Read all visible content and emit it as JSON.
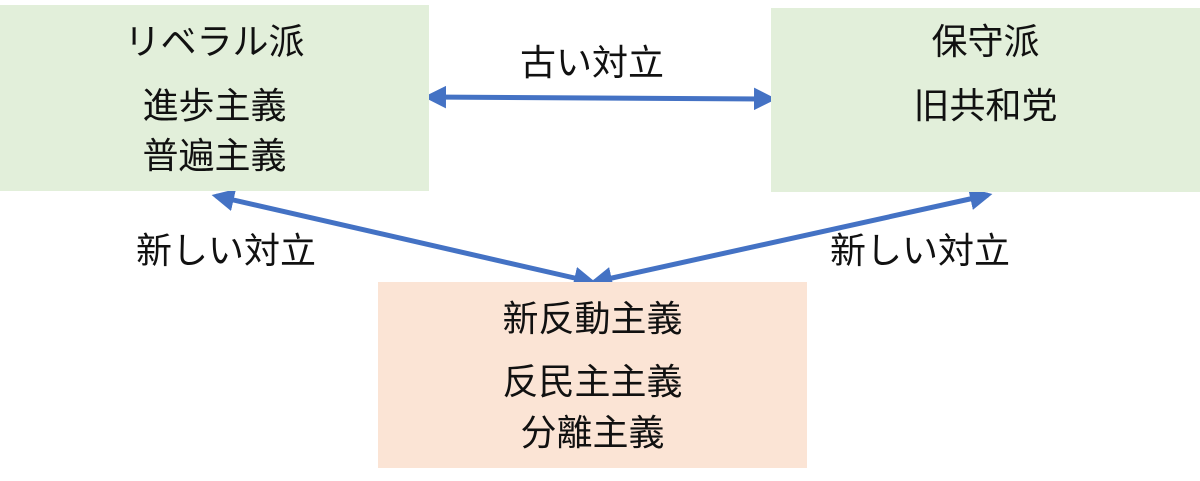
{
  "colors": {
    "upper_box_fill": "#e2efda",
    "lower_box_fill": "#fbe4d5",
    "arrow": "#4472c4",
    "text": "#111111"
  },
  "nodes": {
    "liberal": {
      "title": "リベラル派",
      "lines": [
        "進歩主義",
        "普遍主義"
      ]
    },
    "conservative": {
      "title": "保守派",
      "lines": [
        "旧共和党"
      ]
    },
    "new": {
      "lines": [
        "新反動主義",
        "反民主主義",
        "分離主義"
      ]
    }
  },
  "edges": {
    "old": {
      "label": "古い対立",
      "arrow_icon": "double-headed-arrow-icon"
    },
    "new_left": {
      "label": "新しい対立",
      "arrow_icon": "double-headed-arrow-icon"
    },
    "new_right": {
      "label": "新しい対立",
      "arrow_icon": "double-headed-arrow-icon"
    }
  }
}
